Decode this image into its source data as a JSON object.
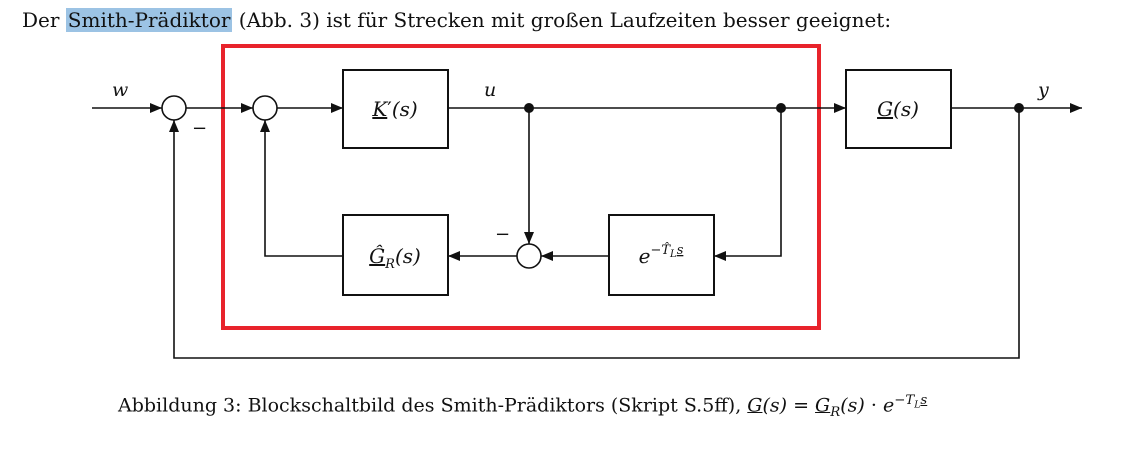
{
  "intro": {
    "prefix": "Der ",
    "highlight": "Smith-Prädiktor",
    "suffix": " (Abb. 3) ist für Strecken mit großen Laufzeiten besser geeignet:"
  },
  "diagram": {
    "signal_w": "w",
    "signal_u": "u",
    "signal_y": "y",
    "minus_sign": "−",
    "block_controller": {
      "name": "K",
      "prime": "′",
      "arg": "(s)"
    },
    "block_model": {
      "hat": "Ĝ",
      "sub": "R",
      "arg": "(s)"
    },
    "block_delay": {
      "base": "e",
      "exp": "−T̂",
      "exp_sub": "L",
      "exp_var": "s"
    },
    "block_plant": {
      "name": "G",
      "arg": "(s)"
    },
    "highlight_color": "#e8232b"
  },
  "caption": {
    "text": "Abbildung 3: Blockschaltbild des Smith-Prädiktors (Skript S.5ff), ",
    "eq_lhs": "G",
    "eq_lhs_arg": "(s)",
    "eq_mid": " = ",
    "eq_rhs": "G",
    "eq_rhs_sub": "R",
    "eq_rhs_arg": "(s)",
    "eq_dot": " · ",
    "eq_exp_base": "e",
    "eq_exp": "−T",
    "eq_exp_sub": "L",
    "eq_exp_var": "s"
  }
}
